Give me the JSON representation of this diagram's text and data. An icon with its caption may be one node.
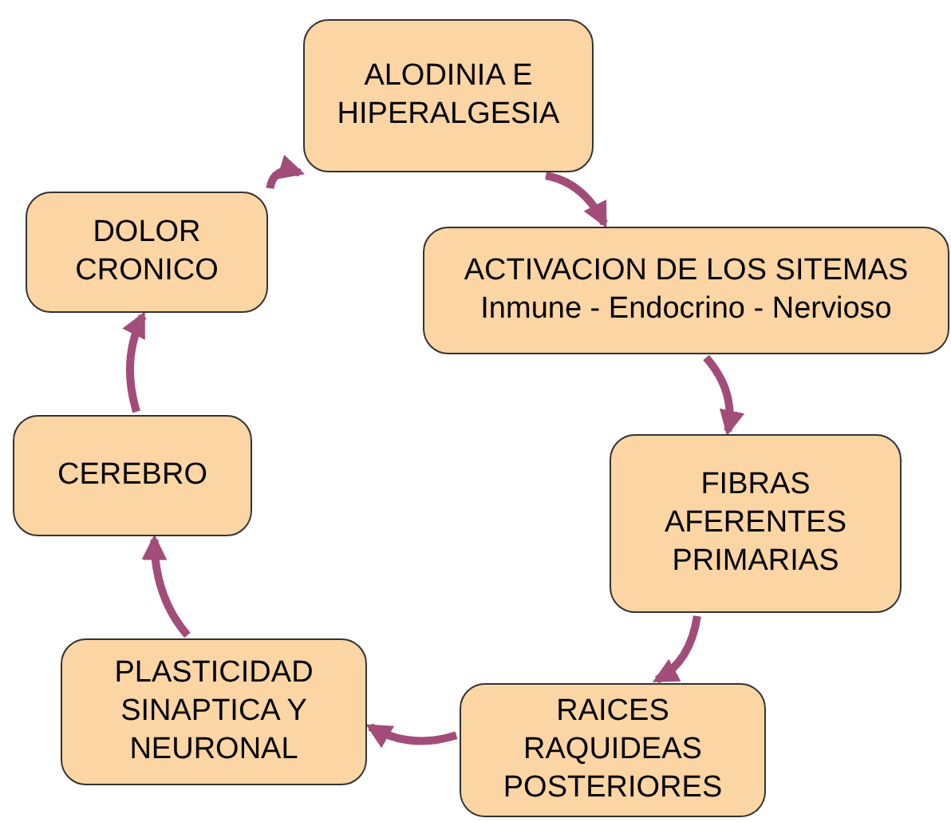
{
  "diagram": {
    "nodes": [
      {
        "text": [
          "ALODINIA E HIPERALGESIA"
        ]
      },
      {
        "text": [
          "ACTIVACION DE LOS SITEMAS",
          "Inmune - Endocrino - Nervioso"
        ]
      },
      {
        "text": [
          "FIBRAS AFERENTES PRIMARIAS"
        ]
      },
      {
        "text": [
          "RAICES RAQUIDEAS POSTERIORES"
        ]
      },
      {
        "text": [
          "PLASTICIDAD SINAPTICA Y NEURONAL"
        ]
      },
      {
        "text": [
          "CEREBRO"
        ]
      },
      {
        "text": [
          "DOLOR CRONICO"
        ]
      }
    ],
    "edges": [
      {
        "from": 0,
        "to": 1,
        "arrow": "to"
      },
      {
        "from": 1,
        "to": 2,
        "arrow": "to"
      },
      {
        "from": 2,
        "to": 3,
        "arrow": "to"
      },
      {
        "from": 3,
        "to": 4,
        "arrow": "to"
      },
      {
        "from": 4,
        "to": 5,
        "arrow": "to"
      },
      {
        "from": 5,
        "to": 6,
        "arrow": "to"
      },
      {
        "from": 6,
        "to": 0,
        "arrow": "to"
      }
    ]
  }
}
